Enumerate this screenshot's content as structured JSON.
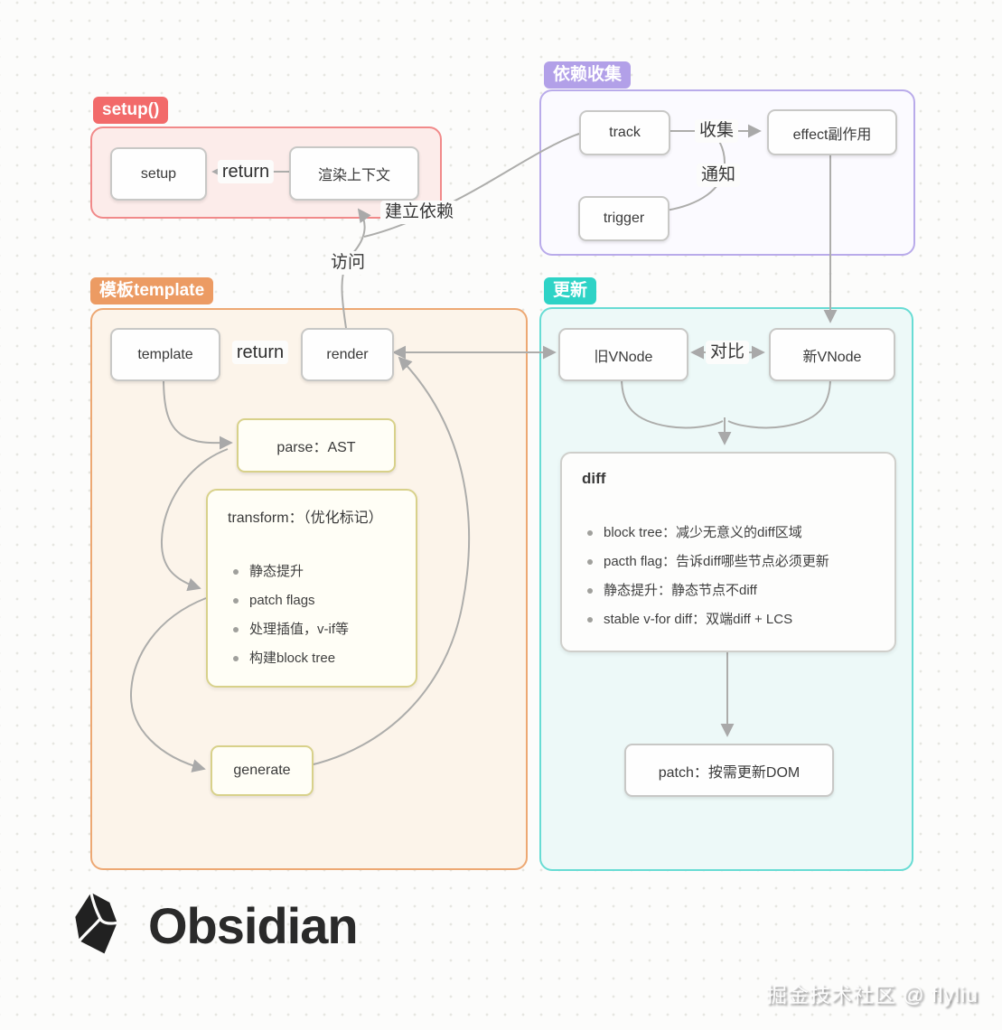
{
  "groups": {
    "setup": {
      "label": "setup()"
    },
    "dependency": {
      "label": "依赖收集"
    },
    "template": {
      "label": "模板template"
    },
    "update": {
      "label": "更新"
    }
  },
  "nodes": {
    "setup": "setup",
    "context": "渲染上下文",
    "track": "track",
    "trigger": "trigger",
    "effect": "effect副作用",
    "template": "template",
    "render": "render",
    "parse": "parse：AST",
    "generate": "generate",
    "old_vnode": "旧VNode",
    "new_vnode": "新VNode",
    "patch": "patch：按需更新DOM"
  },
  "edge_labels": {
    "return_setup": "return",
    "return_render": "return",
    "access": "访问",
    "establish": "建立依赖",
    "collect": "收集",
    "notify": "通知",
    "compare": "对比"
  },
  "transform_card": {
    "title": "transform：（优化标记）",
    "bullets": [
      "静态提升",
      "patch flags",
      "处理插值，v-if等",
      "构建block tree"
    ]
  },
  "diff_card": {
    "title": "diff",
    "bullets": [
      "block tree：减少无意义的diff区域",
      "pacth flag：告诉diff哪些节点必须更新",
      "静态提升：静态节点不diff",
      "stable v-for diff：双端diff + LCS"
    ]
  },
  "brand": {
    "name": "Obsidian"
  },
  "watermark": {
    "text": "掘金技术社区 @ flyliu"
  },
  "palette": {
    "setup_red": "#f26a6a",
    "dependency_purple": "#b2a0e8",
    "template_orange": "#ec9b63",
    "update_teal": "#2ed3c6",
    "yellow_node_border": "#d8d18a",
    "arrow_gray": "#a9a9a9"
  }
}
